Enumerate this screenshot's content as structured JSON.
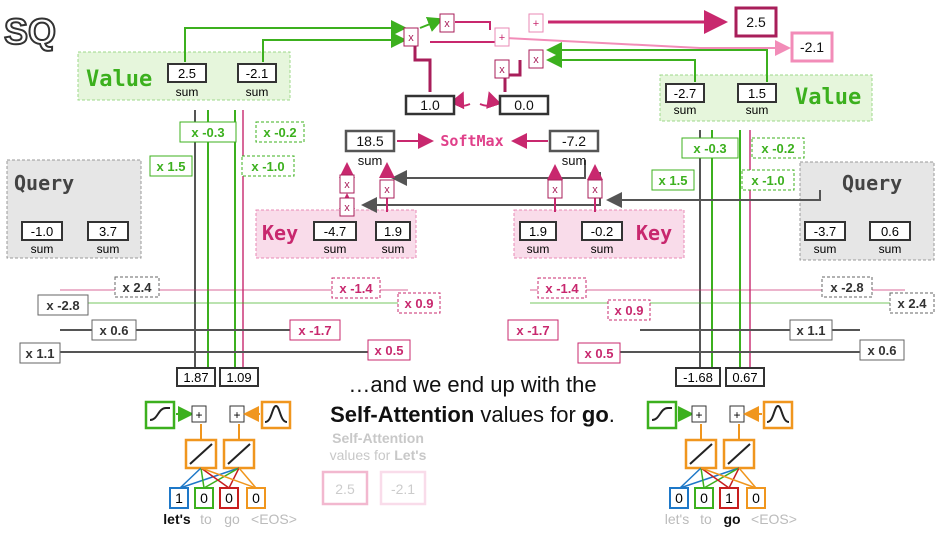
{
  "logo": {
    "text": "SQ"
  },
  "left": {
    "value_section_label": "Value",
    "value_outputs": [
      "2.5",
      "-2.1"
    ],
    "value_weights": [
      "x -0.3",
      "x -0.2",
      "x 1.5",
      "x -1.0"
    ],
    "query_section_label": "Query",
    "query_outputs": [
      "-1.0",
      "3.7"
    ],
    "query_weights": [
      "x 2.4",
      "x -2.8",
      "x 0.6",
      "x 1.1"
    ],
    "key_section_label": "Key",
    "key_outputs": [
      "-4.7",
      "1.9"
    ],
    "key_weights": [
      "x -1.4",
      "x 0.9",
      "x -1.7",
      "x 0.5"
    ],
    "encoded_values": [
      "1.87",
      "1.09"
    ],
    "one_hot": [
      "1",
      "0",
      "0",
      "0"
    ],
    "tokens": [
      "let's",
      "to",
      "go",
      "<EOS>"
    ]
  },
  "right": {
    "value_section_label": "Value",
    "value_outputs": [
      "-2.7",
      "1.5"
    ],
    "value_weights": [
      "x -0.3",
      "x -0.2",
      "x 1.5",
      "x -1.0"
    ],
    "query_section_label": "Query",
    "query_outputs": [
      "-3.7",
      "0.6"
    ],
    "query_weights": [
      "x -2.8",
      "x 2.4",
      "x 1.1",
      "x 0.6"
    ],
    "key_section_label": "Key",
    "key_outputs": [
      "1.9",
      "-0.2"
    ],
    "key_weights": [
      "x -1.4",
      "x 0.9",
      "x -1.7",
      "x 0.5"
    ],
    "encoded_values": [
      "-1.68",
      "0.67"
    ],
    "one_hot": [
      "0",
      "0",
      "1",
      "0"
    ],
    "tokens": [
      "let's",
      "to",
      "go",
      "<EOS>"
    ]
  },
  "sum_label": "sum",
  "similarity": {
    "scores": [
      "18.5",
      "-7.2"
    ],
    "softmax_label": "SoftMax",
    "probabilities": [
      "1.0",
      "0.0"
    ]
  },
  "multiply_symbol": "x",
  "add_symbol": "+",
  "outputs": {
    "go": [
      "2.5",
      "-2.1"
    ],
    "lets": [
      "2.5",
      "-2.1"
    ]
  },
  "caption": {
    "line1": "…and we end up with the",
    "bold_prefix": "Self-Attention",
    "middle": " values for ",
    "bold_word": "go",
    "end": "."
  },
  "subcaption": {
    "line1": "Self-Attention",
    "line2": "values for ",
    "bold_word": "Let's"
  },
  "colors": {
    "value": "#3cb01e",
    "query": "#555555",
    "key": "#c8286e",
    "attention": "#c8286e",
    "encoding": "#f0961e",
    "faint": "#cccccc"
  },
  "icons": [
    "sigmoid-icon",
    "bell-curve-icon",
    "identity-activation-icon"
  ]
}
